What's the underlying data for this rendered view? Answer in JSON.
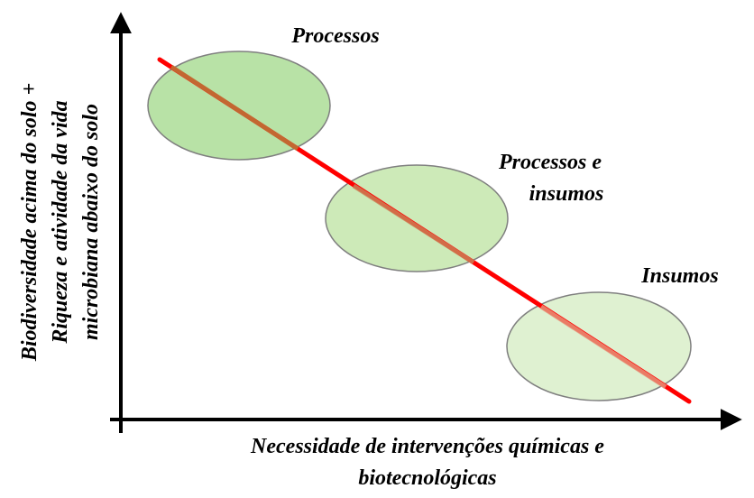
{
  "diagram": {
    "y_axis_label_lines": [
      "Biodiversidade acima do solo +",
      "Riqueza e atividade da vida",
      "microbiana abaixo do solo"
    ],
    "x_axis_label_lines": [
      "Necessidade de intervenções químicas e",
      "biotecnológicas"
    ],
    "zones": [
      {
        "label_lines": [
          "Processos"
        ],
        "fill": "#b8e2a6"
      },
      {
        "label_lines": [
          "Processos e",
          "insumos"
        ],
        "fill": "#cdeab8"
      },
      {
        "label_lines": [
          "Insumos"
        ],
        "fill": "#dff1d1"
      }
    ],
    "trend_line": {
      "start_color": "#ff0000",
      "end_color": "#ff0000"
    },
    "colors": {
      "axis": "#000000",
      "ellipse_stroke": "#7f7f7f",
      "trend_line": "#ff0000"
    }
  }
}
